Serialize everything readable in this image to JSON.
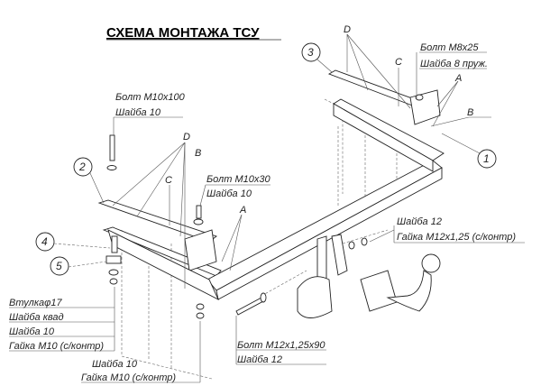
{
  "title": "СХЕМА МОНТАЖА ТСУ",
  "callouts": {
    "c1": "1",
    "c2": "2",
    "c3": "3",
    "c4": "4",
    "c5": "5"
  },
  "letters": {
    "D": "D",
    "C": "C",
    "A": "A",
    "B": "B"
  },
  "top_right": {
    "bolt": "Болт M8x25",
    "washer": "Шайба 8 пруж."
  },
  "left_top": {
    "bolt": "Болт M10x100",
    "washer": "Шайба 10"
  },
  "left_mid": {
    "bolt": "Болт M10x30",
    "washer": "Шайба 10"
  },
  "left_stack": [
    "Втулкаφ17",
    "Шайба квад",
    "Шайба 10",
    "Гайка M10 (с/контр)"
  ],
  "bottom_mid": {
    "washer": "Шайба 10",
    "nut": "Гайка M10 (с/контр)"
  },
  "right_mid": {
    "washer": "Шайба 12",
    "nut": "Гайка M12x1,25 (с/контр)"
  },
  "bottom_right": {
    "bolt": "Болт M12x1,25x90",
    "washer": "Шайба 12"
  }
}
